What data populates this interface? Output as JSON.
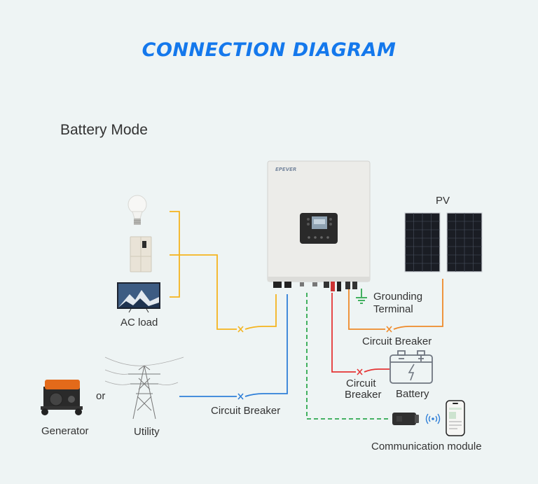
{
  "title": "CONNECTION DIAGRAM",
  "mode": "Battery Mode",
  "inverter_brand": "EPEVER",
  "labels": {
    "ac_load": "AC load",
    "pv": "PV",
    "grounding_line1": "Grounding",
    "grounding_line2": "Terminal",
    "breaker_pv": "Circuit Breaker",
    "breaker_batt_line1": "Circuit",
    "breaker_batt_line2": "Breaker",
    "battery": "Battery",
    "or": "or",
    "generator": "Generator",
    "utility": "Utility",
    "breaker_grid": "Circuit Breaker",
    "comm_module": "Communication module"
  },
  "colors": {
    "title": "#1478ec",
    "ac_wire": "#f5b41e",
    "grid_wire": "#2f7fd8",
    "pv_wire": "#ee8a2a",
    "battery_wire": "#e53535",
    "comm_wire": "#2fa84f",
    "ground_wire": "#2fa84f"
  },
  "icons": [
    "light-bulb-icon",
    "refrigerator-icon",
    "television-icon",
    "inverter-icon",
    "solar-panel-icon",
    "ground-icon",
    "battery-icon",
    "generator-icon",
    "transmission-tower-icon",
    "communication-module-icon",
    "wireless-signal-icon",
    "smartphone-icon"
  ]
}
